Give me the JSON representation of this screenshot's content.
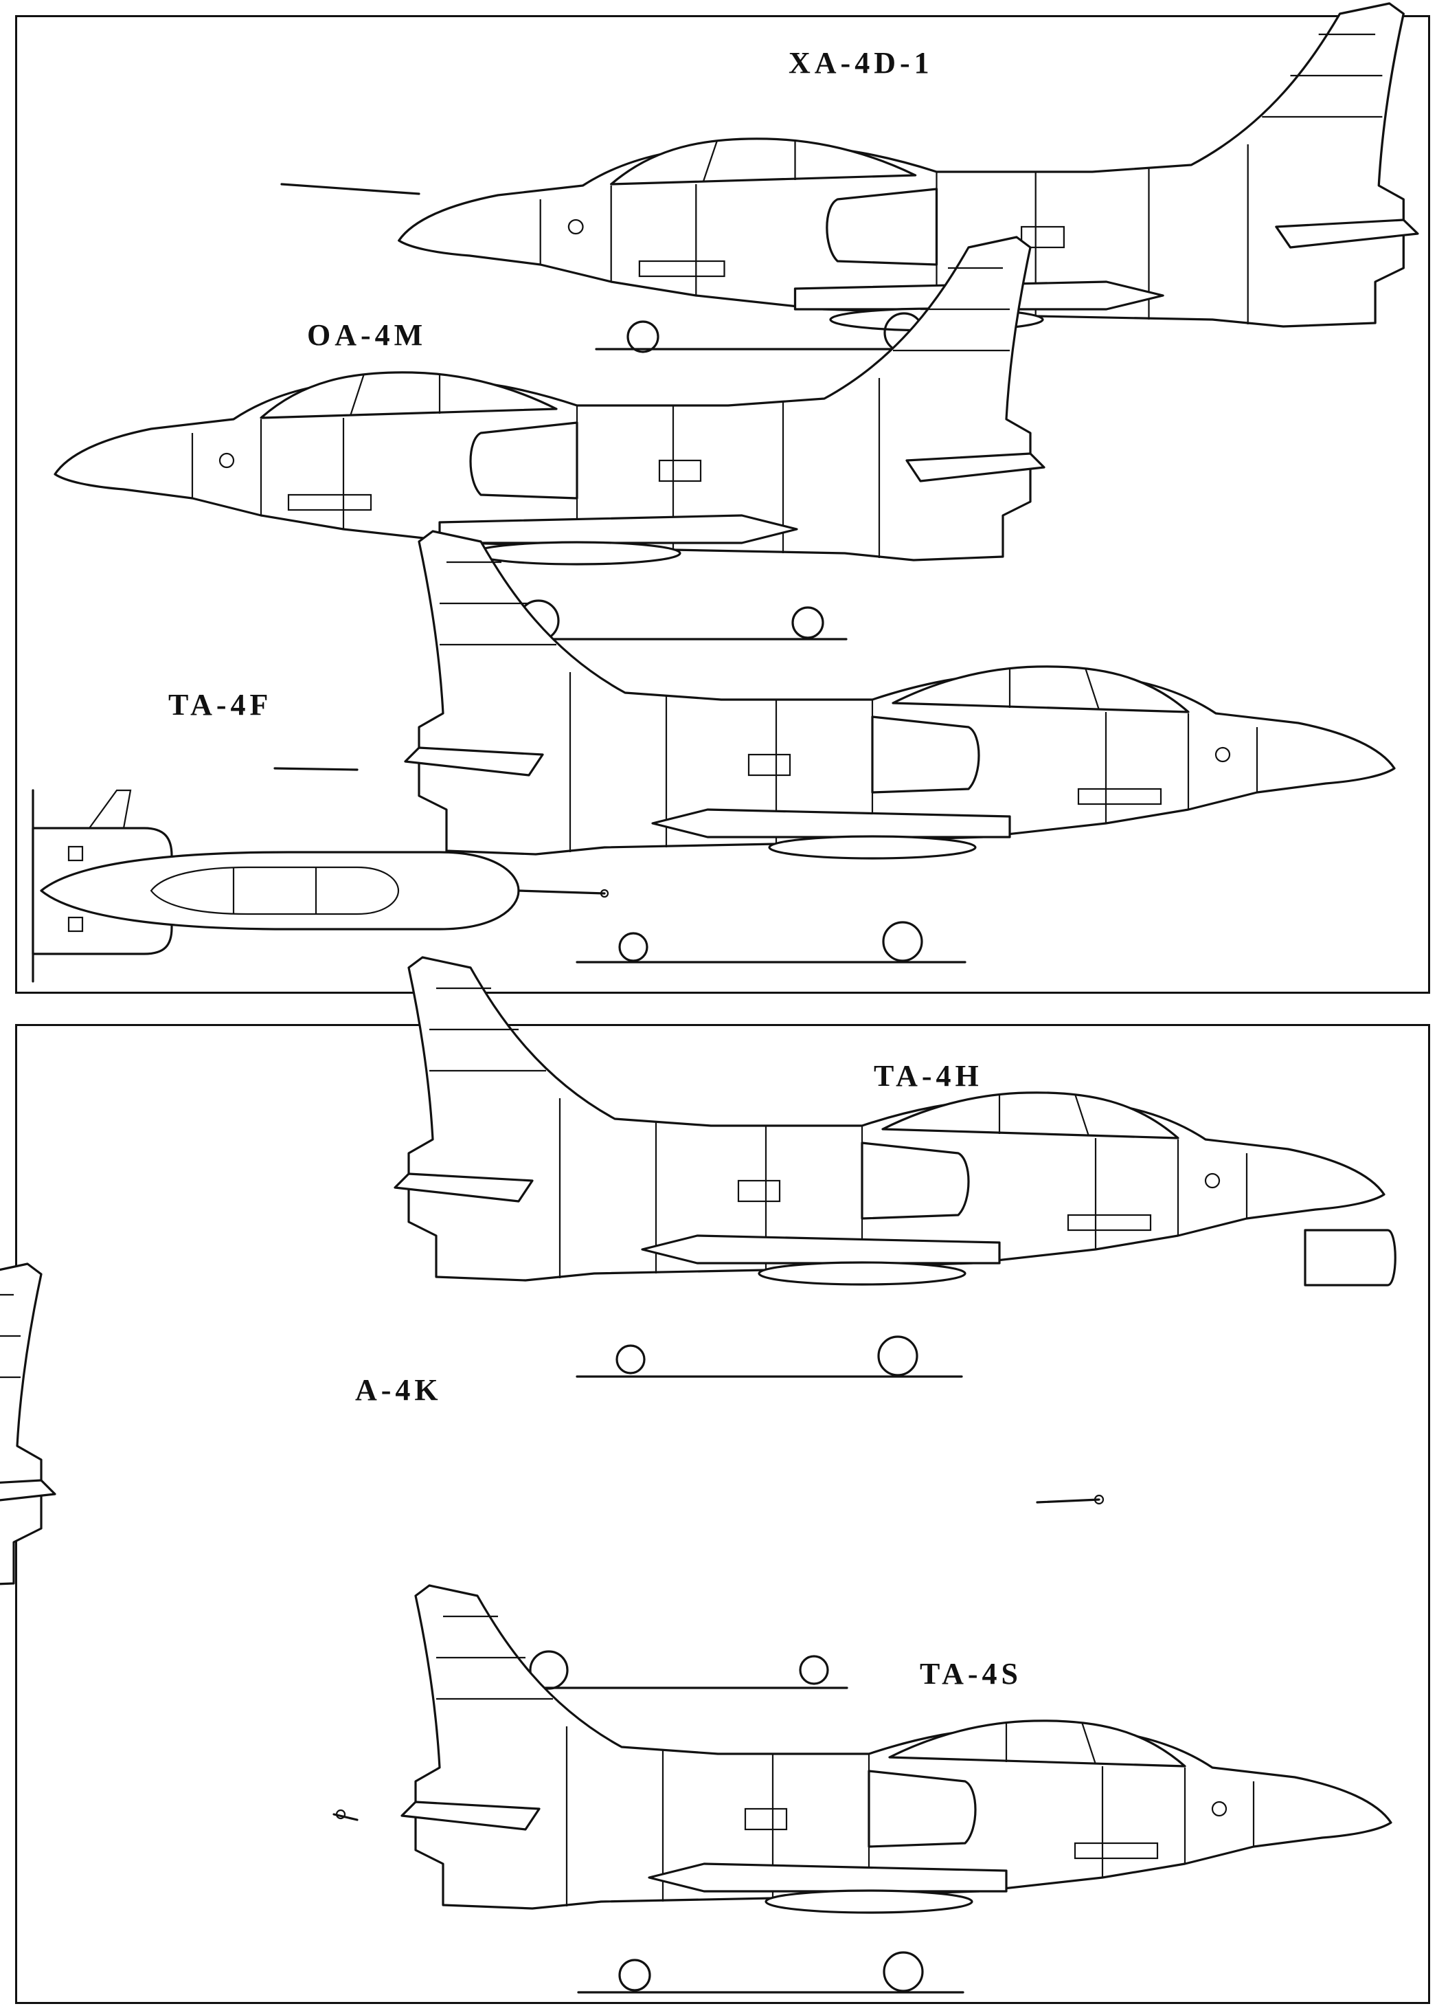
{
  "sheet": {
    "top_panel": {
      "aircraft": [
        {
          "designation": "XA-4D-1"
        },
        {
          "designation": "OA-4M"
        },
        {
          "designation": "TA-4F"
        }
      ]
    },
    "bottom_panel": {
      "aircraft": [
        {
          "designation": "TA-4H"
        },
        {
          "designation": "A-4K"
        },
        {
          "designation": "TA-4S"
        }
      ]
    }
  },
  "colors": {
    "ink": "#111111",
    "paper": "#ffffff"
  }
}
